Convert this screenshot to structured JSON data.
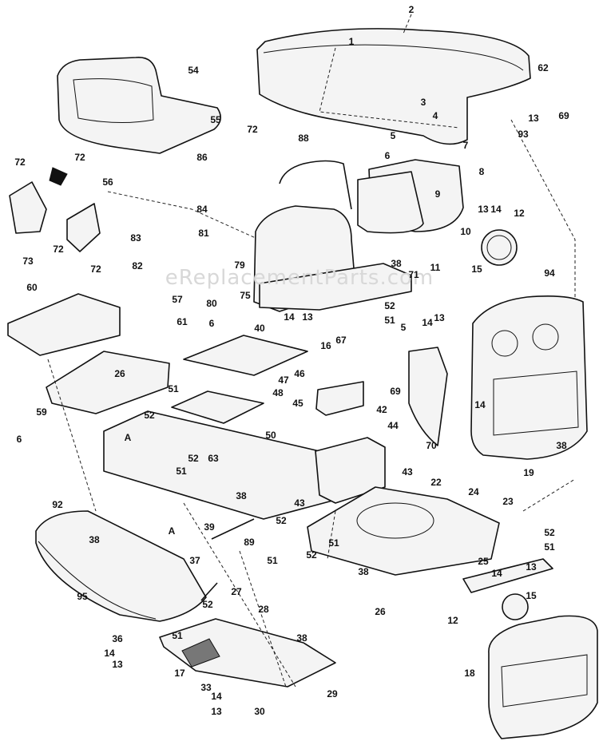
{
  "watermark": "eReplacementParts.com",
  "labels": [
    {
      "id": "1",
      "text": "1"
    },
    {
      "id": "2",
      "text": "2"
    },
    {
      "id": "3",
      "text": "3"
    },
    {
      "id": "4",
      "text": "4"
    },
    {
      "id": "5a",
      "text": "5"
    },
    {
      "id": "6a",
      "text": "6"
    },
    {
      "id": "7",
      "text": "7"
    },
    {
      "id": "8",
      "text": "8"
    },
    {
      "id": "9",
      "text": "9"
    },
    {
      "id": "10",
      "text": "10"
    },
    {
      "id": "11",
      "text": "11"
    },
    {
      "id": "13a",
      "text": "13"
    },
    {
      "id": "62",
      "text": "62"
    },
    {
      "id": "69a",
      "text": "69"
    },
    {
      "id": "93",
      "text": "93"
    },
    {
      "id": "54",
      "text": "54"
    },
    {
      "id": "55",
      "text": "55"
    },
    {
      "id": "72a",
      "text": "72"
    },
    {
      "id": "88",
      "text": "88"
    },
    {
      "id": "86",
      "text": "86"
    },
    {
      "id": "72b",
      "text": "72"
    },
    {
      "id": "72c",
      "text": "72"
    },
    {
      "id": "56",
      "text": "56"
    },
    {
      "id": "84",
      "text": "84"
    },
    {
      "id": "72d",
      "text": "72"
    },
    {
      "id": "83",
      "text": "83"
    },
    {
      "id": "81",
      "text": "81"
    },
    {
      "id": "82",
      "text": "82"
    },
    {
      "id": "73",
      "text": "73"
    },
    {
      "id": "72e",
      "text": "72"
    },
    {
      "id": "13b",
      "text": "13"
    },
    {
      "id": "14a",
      "text": "14"
    },
    {
      "id": "12a",
      "text": "12"
    },
    {
      "id": "15a",
      "text": "15"
    },
    {
      "id": "57",
      "text": "57"
    },
    {
      "id": "80",
      "text": "80"
    },
    {
      "id": "79",
      "text": "79"
    },
    {
      "id": "75",
      "text": "75"
    },
    {
      "id": "38a",
      "text": "38"
    },
    {
      "id": "71",
      "text": "71"
    },
    {
      "id": "60",
      "text": "60"
    },
    {
      "id": "14b",
      "text": "14"
    },
    {
      "id": "13c",
      "text": "13"
    },
    {
      "id": "52a",
      "text": "52"
    },
    {
      "id": "51a",
      "text": "51"
    },
    {
      "id": "94",
      "text": "94"
    },
    {
      "id": "61",
      "text": "61"
    },
    {
      "id": "6b",
      "text": "6"
    },
    {
      "id": "40",
      "text": "40"
    },
    {
      "id": "67",
      "text": "67"
    },
    {
      "id": "5b",
      "text": "5"
    },
    {
      "id": "14c",
      "text": "14"
    },
    {
      "id": "13d",
      "text": "13"
    },
    {
      "id": "16",
      "text": "16"
    },
    {
      "id": "26a",
      "text": "26"
    },
    {
      "id": "46",
      "text": "46"
    },
    {
      "id": "47",
      "text": "47"
    },
    {
      "id": "48",
      "text": "48"
    },
    {
      "id": "51b",
      "text": "51"
    },
    {
      "id": "69b",
      "text": "69"
    },
    {
      "id": "14d",
      "text": "14"
    },
    {
      "id": "59",
      "text": "59"
    },
    {
      "id": "52b",
      "text": "52"
    },
    {
      "id": "42",
      "text": "42"
    },
    {
      "id": "45",
      "text": "45"
    },
    {
      "id": "6c",
      "text": "6"
    },
    {
      "id": "A1",
      "text": "A"
    },
    {
      "id": "70",
      "text": "70"
    },
    {
      "id": "38b",
      "text": "38"
    },
    {
      "id": "50",
      "text": "50"
    },
    {
      "id": "52c",
      "text": "52"
    },
    {
      "id": "63",
      "text": "63"
    },
    {
      "id": "44",
      "text": "44"
    },
    {
      "id": "51c",
      "text": "51"
    },
    {
      "id": "19",
      "text": "19"
    },
    {
      "id": "43a",
      "text": "43"
    },
    {
      "id": "22",
      "text": "22"
    },
    {
      "id": "24",
      "text": "24"
    },
    {
      "id": "38c",
      "text": "38"
    },
    {
      "id": "43b",
      "text": "43"
    },
    {
      "id": "23",
      "text": "23"
    },
    {
      "id": "92",
      "text": "92"
    },
    {
      "id": "39",
      "text": "39"
    },
    {
      "id": "52d",
      "text": "52"
    },
    {
      "id": "A2",
      "text": "A"
    },
    {
      "id": "89",
      "text": "89"
    },
    {
      "id": "52e",
      "text": "52"
    },
    {
      "id": "38d",
      "text": "38"
    },
    {
      "id": "51d",
      "text": "51"
    },
    {
      "id": "51e",
      "text": "51"
    },
    {
      "id": "52f",
      "text": "52"
    },
    {
      "id": "51f",
      "text": "51"
    },
    {
      "id": "25",
      "text": "25"
    },
    {
      "id": "37",
      "text": "37"
    },
    {
      "id": "14e",
      "text": "14"
    },
    {
      "id": "38e",
      "text": "38"
    },
    {
      "id": "13e",
      "text": "13"
    },
    {
      "id": "95",
      "text": "95"
    },
    {
      "id": "27",
      "text": "27"
    },
    {
      "id": "52g",
      "text": "52"
    },
    {
      "id": "26b",
      "text": "26"
    },
    {
      "id": "15b",
      "text": "15"
    },
    {
      "id": "12b",
      "text": "12"
    },
    {
      "id": "28",
      "text": "28"
    },
    {
      "id": "51g",
      "text": "51"
    },
    {
      "id": "36",
      "text": "36"
    },
    {
      "id": "38f",
      "text": "38"
    },
    {
      "id": "14f",
      "text": "14"
    },
    {
      "id": "13f",
      "text": "13"
    },
    {
      "id": "17",
      "text": "17"
    },
    {
      "id": "18",
      "text": "18"
    },
    {
      "id": "33",
      "text": "33"
    },
    {
      "id": "29",
      "text": "29"
    },
    {
      "id": "14g",
      "text": "14"
    },
    {
      "id": "13g",
      "text": "13"
    },
    {
      "id": "30",
      "text": "30"
    }
  ]
}
